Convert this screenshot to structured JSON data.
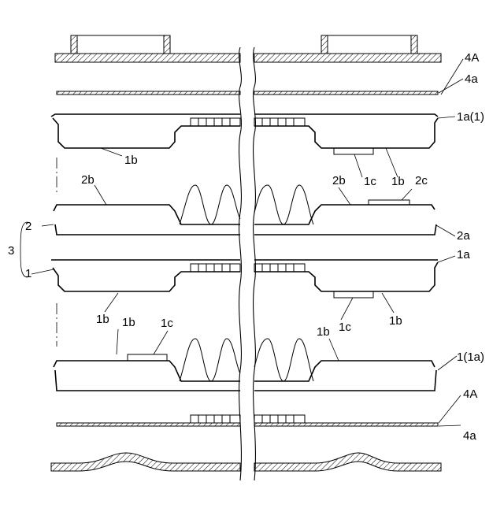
{
  "labels": {
    "top_4A": "4A",
    "top_4a": "4a",
    "plate1_1a1": "1a(1)",
    "plate1_1b_left": "1b",
    "plate1_1c": "1c",
    "plate1_1b_right": "1b",
    "plate2_2b_left": "2b",
    "plate2_2b_right": "2b",
    "plate2_2c": "2c",
    "plate2_2a": "2a",
    "stack_3": "3",
    "stack_2": "2",
    "stack_1": "1",
    "plate3_1a": "1a",
    "plate3_1b_left": "1b",
    "plate3_1c": "1c",
    "plate3_1b_right": "1b",
    "plate4_1b_a": "1b",
    "plate4_1c": "1c",
    "plate4_1b_b": "1b",
    "plate4_1_1a": "1(1a)",
    "bottom_4A": "4A",
    "bottom_4a": "4a"
  }
}
